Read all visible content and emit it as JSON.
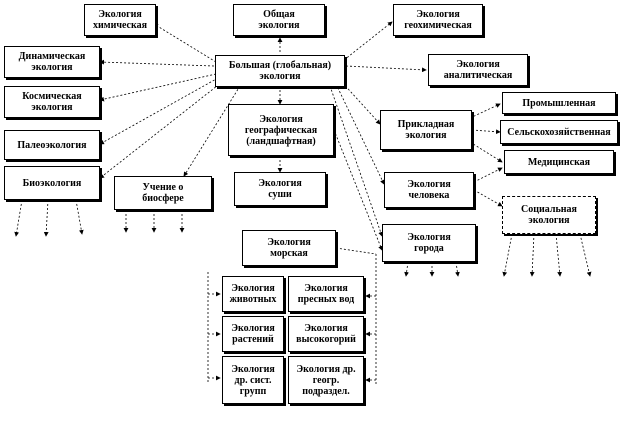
{
  "nodes": {
    "chemical": "Экология\nхимическая",
    "general": "Общая\nэкология",
    "geochemical": "Экология\nгеохимическая",
    "dynamic": "Динамическая\nэкология",
    "big": "Большая (глобальная)\nэкология",
    "analytical": "Экология\nаналитическая",
    "cosmic": "Космическая\nэкология",
    "geographic": "Экология\nгеографическая\n(ландшафтная)",
    "applied": "Прикладная\nэкология",
    "industrial": "Промышленная",
    "paleo": "Палеоэкология",
    "agricultural": "Сельскохозяйственная",
    "bio": "Биоэкология",
    "land": "Экология\nсуши",
    "medical": "Медицинская",
    "biosphere": "Учение о\nбиосфере",
    "human": "Экология\nчеловека",
    "social": "Социальная\nэкология",
    "marine": "Экология\nморская",
    "city": "Экология\nгорода",
    "animals": "Экология\nживотных",
    "freshwater": "Экология\nпресных вод",
    "plants": "Экология\nрастений",
    "highland": "Экология\nвысокогорий",
    "systgroups": "Экология\nдр. сист.\nгрупп",
    "geounits": "Экология др.\nгеогр.\nподраздел."
  }
}
